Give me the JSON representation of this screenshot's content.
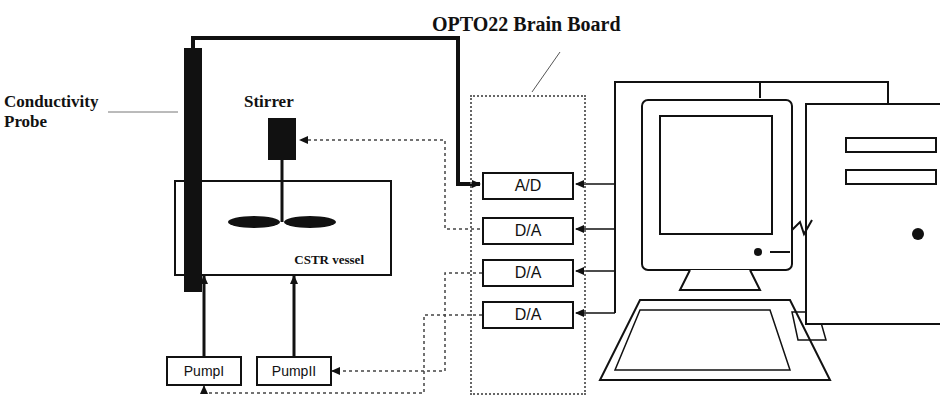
{
  "diagram": {
    "nodes": [
      {
        "text": [
          "OPTO22 Brain Board"
        ]
      },
      {
        "text": [
          "A/D"
        ],
        "in": 0
      },
      {
        "text": [
          "D/A"
        ],
        "in": 0
      },
      {
        "text": [
          "D/A"
        ],
        "in": 0
      },
      {
        "text": [
          "D/A"
        ],
        "in": 0
      },
      {
        "text": [
          "CSTR vessel"
        ]
      },
      {
        "text": [
          "PumpI"
        ]
      },
      {
        "text": [
          "PumpII"
        ]
      }
    ],
    "edges": [
      {
        "from": 3,
        "to": 7,
        "arrow": "to"
      },
      {
        "from": 4,
        "to": 6,
        "arrow": "to"
      },
      {
        "from": 6,
        "to": 5,
        "arrow": "to"
      },
      {
        "from": 7,
        "to": 5,
        "arrow": "to"
      }
    ],
    "labels": [
      "Conductivity Probe",
      "Stirrer"
    ]
  }
}
